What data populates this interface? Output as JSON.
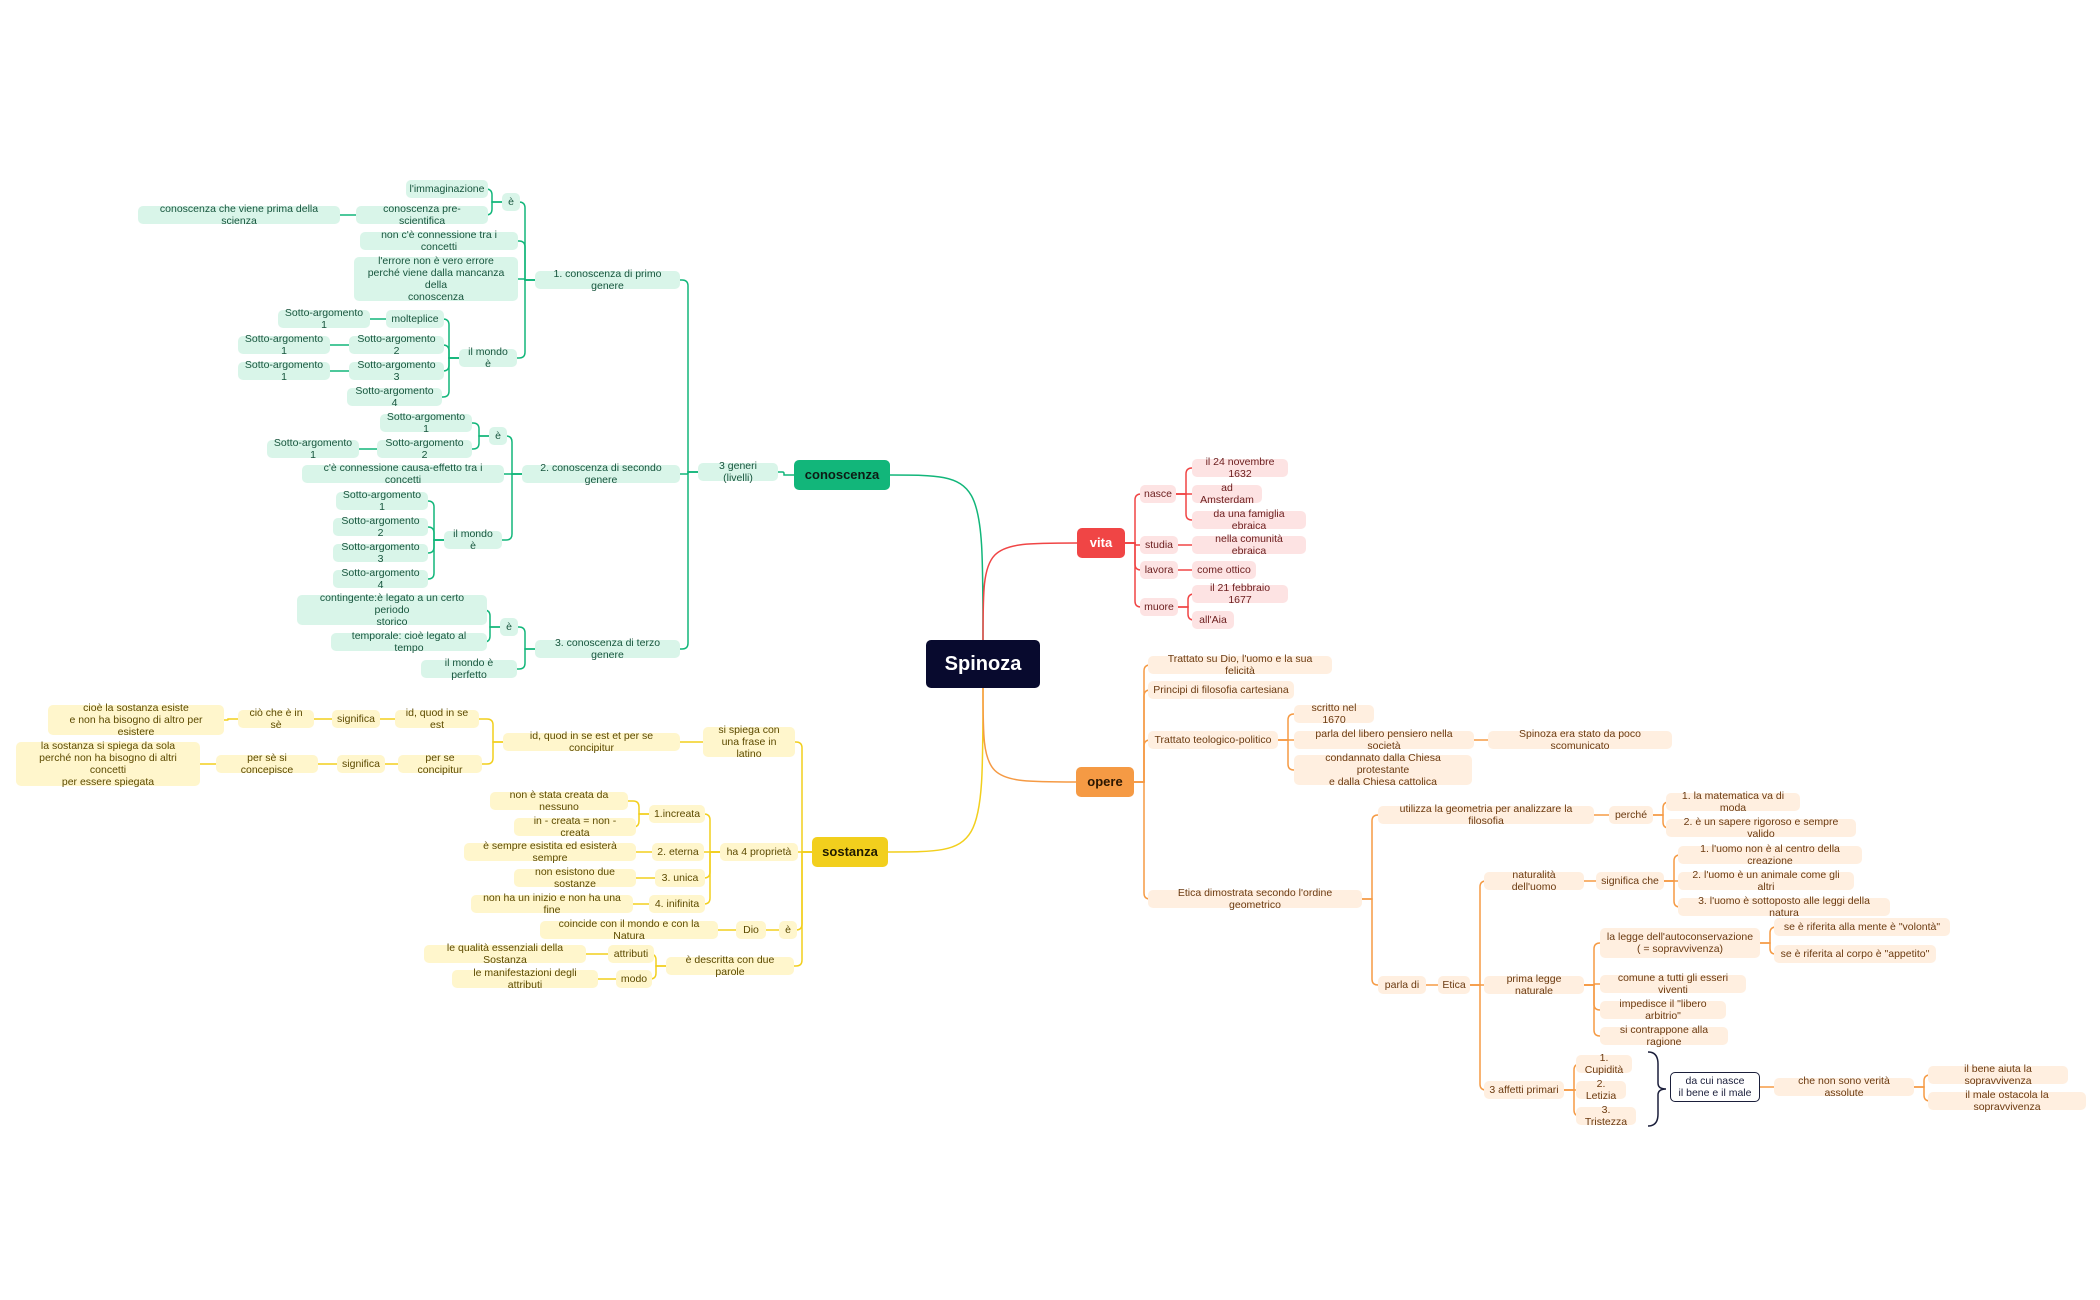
{
  "root": "Spinoza",
  "colors": {
    "conoscenza": "#12b67a",
    "sostanza": "#f2cf1d",
    "vita": "#f04545",
    "opere": "#f59a44"
  },
  "conoscenza": {
    "label": "conoscenza",
    "generi": "3 generi (livelli)",
    "primo": {
      "label": "1. conoscenza di primo genere",
      "e": "è",
      "immaginazione": "l'immaginazione",
      "pre": "conoscenza pre-scientifica",
      "prima_scienza": "conoscenza che viene prima della scienza",
      "no_conn": "non c'è connessione tra i concetti",
      "errore": "l'errore non è vero errore\nperché viene dalla mancanza della\nconoscenza",
      "mondo": "il mondo è",
      "molteplice": "molteplice",
      "sa1": "Sotto-argomento 1",
      "sa2": "Sotto-argomento 2",
      "sa3": "Sotto-argomento 3",
      "sa4": "Sotto-argomento 4",
      "sa1_a": "Sotto-argomento 1",
      "sa1_b": "Sotto-argomento 1",
      "sa1_c": "Sotto-argomento 1"
    },
    "secondo": {
      "label": "2. conoscenza di secondo genere",
      "e": "è",
      "sa1": "Sotto-argomento 1",
      "sa2": "Sotto-argomento 2",
      "sa1_b": "Sotto-argomento 1",
      "causa": "c'è connessione causa-effetto tra i concetti",
      "mondo": "il mondo è",
      "m1": "Sotto-argomento 1",
      "m2": "Sotto-argomento 2",
      "m3": "Sotto-argomento 3",
      "m4": "Sotto-argomento 4"
    },
    "terzo": {
      "label": "3. conoscenza di terzo genere",
      "e": "è",
      "contingente": "contingente:è legato a un certo periodo\nstorico",
      "temporale": "temporale: cioè legato al tempo",
      "perfetto": "il mondo è perfetto"
    }
  },
  "sostanza": {
    "label": "sostanza",
    "latino": "si spiega con\nuna frase in latino",
    "id_quod": "id, quod in se est et per se concipitur",
    "in_se": "id, quod in se est",
    "significa1": "significa",
    "cio_che": "ciò che è in sè",
    "esiste": "cioè la sostanza esiste\ne non ha bisogno di altro per esistere",
    "per_se": "per se concipitur",
    "significa2": "significa",
    "concepisce": "per sè si concepisce",
    "spiega": "la sostanza si spiega da sola\nperché non ha bisogno di altri concetti\nper essere spiegata",
    "proprieta": "ha 4 proprietà",
    "increata": "1.increata",
    "creata_nessuno": "non è stata creata da nessuno",
    "in_creata": "in - creata = non - creata",
    "eterna": "2. eterna",
    "sempre": "è sempre esistita ed esisterà sempre",
    "unica": "3. unica",
    "due_sostanze": "non esistono due sostanze",
    "infinita": "4. inifinita",
    "inizio_fine": "non ha un inizio e non ha una fine",
    "e": "è",
    "dio": "Dio",
    "coincide": "coincide con il mondo e con la Natura",
    "due_parole": "è descritta con due parole",
    "attributi": "attributi",
    "qualita": "le qualità essenziali della Sostanza",
    "modo": "modo",
    "manifestazioni": "le manifestazioni degli attributi"
  },
  "vita": {
    "label": "vita",
    "nasce": "nasce",
    "data_nascita": "il 24 novembre 1632",
    "luogo": "ad Amsterdam",
    "famiglia": "da una famiglia ebraica",
    "studia": "studia",
    "comunita": "nella comunità ebraica",
    "lavora": "lavora",
    "ottico": "come ottico",
    "muore": "muore",
    "data_morte": "il 21 febbraio 1677",
    "aia": "all'Aia"
  },
  "opere": {
    "label": "opere",
    "trattato_dio": "Trattato su Dio, l'uomo e la sua felicità",
    "principi": "Principi di filosofia cartesiana",
    "teologico": "Trattato teologico-politico",
    "scritto": "scritto nel 1670",
    "libero": "parla del libero pensiero nella società",
    "scomunicato": "Spinoza era stato da poco scomunicato",
    "condannato": "condannato dalla Chiesa protestante\ne dalla Chiesa cattolica",
    "etica_label": "Etica dimostrata secondo l'ordine geometrico",
    "geometria": "utilizza la geometria per analizzare la filosofia",
    "perche": "perché",
    "moda": "1. la matematica va di moda",
    "rigoroso": "2. è un sapere rigoroso e sempre valido",
    "parla_di": "parla di",
    "etica": "Etica",
    "naturalita": "naturalità dell'uomo",
    "significa_che": "significa che",
    "n1": "1. l'uomo non è al centro della creazione",
    "n2": "2. l'uomo è un animale come gli altri",
    "n3": "3. l'uomo è sottoposto alle leggi della natura",
    "prima_legge": "prima legge naturale",
    "autoconservazione": "la legge dell'autoconservazione\n( = sopravvivenza)",
    "volonta": "se è riferita alla mente è \"volontà\"",
    "appetito": "se è riferita al corpo è \"appetito\"",
    "comune": "comune a tutti gli esseri viventi",
    "arbitrio": "impedisce il \"libero arbitrio\"",
    "ragione": "si contrappone alla ragione",
    "affetti": "3 affetti primari",
    "cupidita": "1. Cupidità",
    "letizia": "2. Letizia",
    "tristezza": "3. Tristezza",
    "nasce_bene": "da cui nasce\nil bene e il male",
    "verita": "che non sono verità assolute",
    "bene": "il bene aiuta la sopravvivenza",
    "male": "il male ostacola la sopravvivenza"
  }
}
